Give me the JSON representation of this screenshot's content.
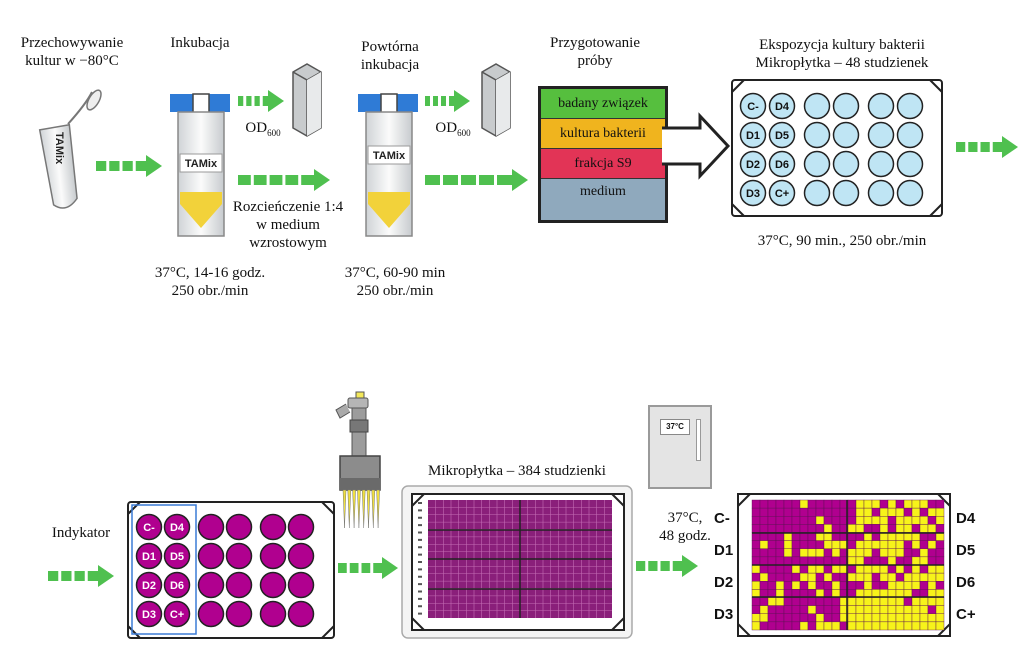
{
  "colors": {
    "arrow_green": "#4fc04f",
    "cap_blue": "#2f7bd6",
    "tube_pellet": "#f2d23a",
    "well_blue": "#bfe5f4",
    "well_magenta": "#b0008f",
    "well_yellow": "#f7f31a",
    "prep_green": "#56bf3e",
    "prep_orange": "#f0b41e",
    "prep_red": "#e23456",
    "prep_grey": "#8fa9bd"
  },
  "steps": {
    "storage": {
      "line1": "Przechowywanie",
      "line2": "kultur w −80°C",
      "tube_label": "TAMix"
    },
    "incubation": {
      "title": "Inkubacja",
      "tube_label": "TAMix",
      "od_label": "OD",
      "od_sub": "600",
      "cond1": "37°C, 14-16 godz.",
      "cond2": "250 obr./min"
    },
    "dilution": {
      "line1": "Rozcieńczenie 1:4",
      "line2": "w medium",
      "line3": "wzrostowym"
    },
    "reincubation": {
      "title1": "Powtórna",
      "title2": "inkubacja",
      "tube_label": "TAMix",
      "od_label": "OD",
      "od_sub": "600",
      "cond1": "37°C, 60-90 min",
      "cond2": "250 obr./min"
    },
    "sample_prep": {
      "title1": "Przygotowanie",
      "title2": "próby",
      "layers": [
        "badany związek",
        "kultura bakterii",
        "frakcja S9",
        "medium"
      ]
    },
    "exposure": {
      "title1": "Ekspozycja kultury bakterii",
      "title2": "Mikropłytka – 48 studzienek",
      "well_labels": [
        "C-",
        "D4",
        "D1",
        "D5",
        "D2",
        "D6",
        "D3",
        "C+"
      ],
      "cond": "37°C, 90 min., 250 obr./min"
    },
    "indicator": {
      "label": "Indykator",
      "well_labels": [
        "C-",
        "D4",
        "D1",
        "D5",
        "D2",
        "D6",
        "D3",
        "C+"
      ]
    },
    "plate384": {
      "title": "Mikropłytka – 384 studzienki"
    },
    "incubator": {
      "display": "37°C",
      "cond1": "37°C,",
      "cond2": "48 godz."
    },
    "result": {
      "left_labels": [
        "C-",
        "D1",
        "D2",
        "D3"
      ],
      "right_labels": [
        "D4",
        "D5",
        "D6",
        "C+"
      ]
    }
  }
}
